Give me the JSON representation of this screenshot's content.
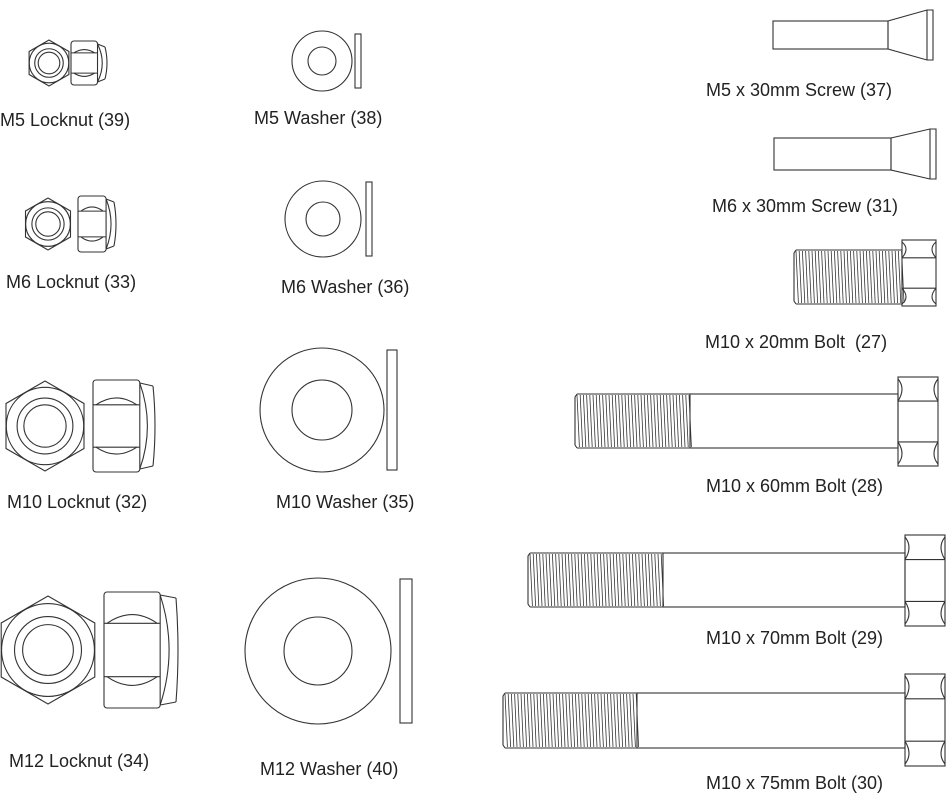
{
  "hardware_sheet": {
    "locknuts": [
      {
        "label": "M5 Locknut (39)"
      },
      {
        "label": "M6 Locknut (33)"
      },
      {
        "label": "M10 Locknut (32)"
      },
      {
        "label": "M12 Locknut (34)"
      }
    ],
    "washers": [
      {
        "label": "M5 Washer (38)"
      },
      {
        "label": "M6 Washer (36)"
      },
      {
        "label": "M10 Washer (35)"
      },
      {
        "label": "M12 Washer (40)"
      }
    ],
    "screws": [
      {
        "label": "M5 x 30mm Screw (37)"
      },
      {
        "label": "M6 x 30mm Screw (31)"
      }
    ],
    "bolts": [
      {
        "label": "M10 x 20mm Bolt  (27)"
      },
      {
        "label": "M10 x 60mm Bolt (28)"
      },
      {
        "label": "M10 x 70mm Bolt (29)"
      },
      {
        "label": "M10 x 75mm Bolt (30)"
      }
    ]
  }
}
